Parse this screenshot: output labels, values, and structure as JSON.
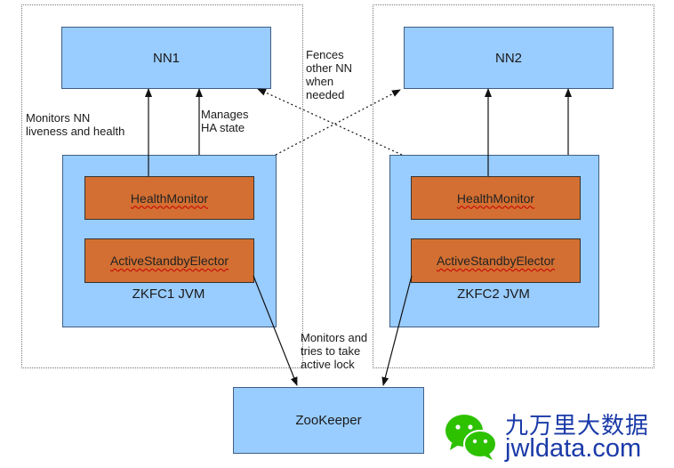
{
  "nodes": {
    "nn1": "NN1",
    "nn2": "NN2",
    "zkfc1_label": "ZKFC1 JVM",
    "zkfc2_label": "ZKFC2 JVM",
    "health_monitor": "HealthMonitor",
    "active_standby_elector": "ActiveStandbyElector",
    "zookeeper": "ZooKeeper"
  },
  "annotations": {
    "monitors_nn": "Monitors NN\nliveness and health",
    "manages_ha": "Manages\nHA state",
    "fences": "Fences\nother NN\nwhen\nneeded",
    "monitors_lock": "Monitors and\ntries to take\nactive lock"
  },
  "watermark": {
    "text_cn": "九万里大数据",
    "url": "jwldata.com"
  },
  "colors": {
    "box_fill": "#99ccff",
    "component_fill": "#d36f32",
    "watermark_text": "#1a3aa8",
    "wechat_green": "#2dc100"
  }
}
